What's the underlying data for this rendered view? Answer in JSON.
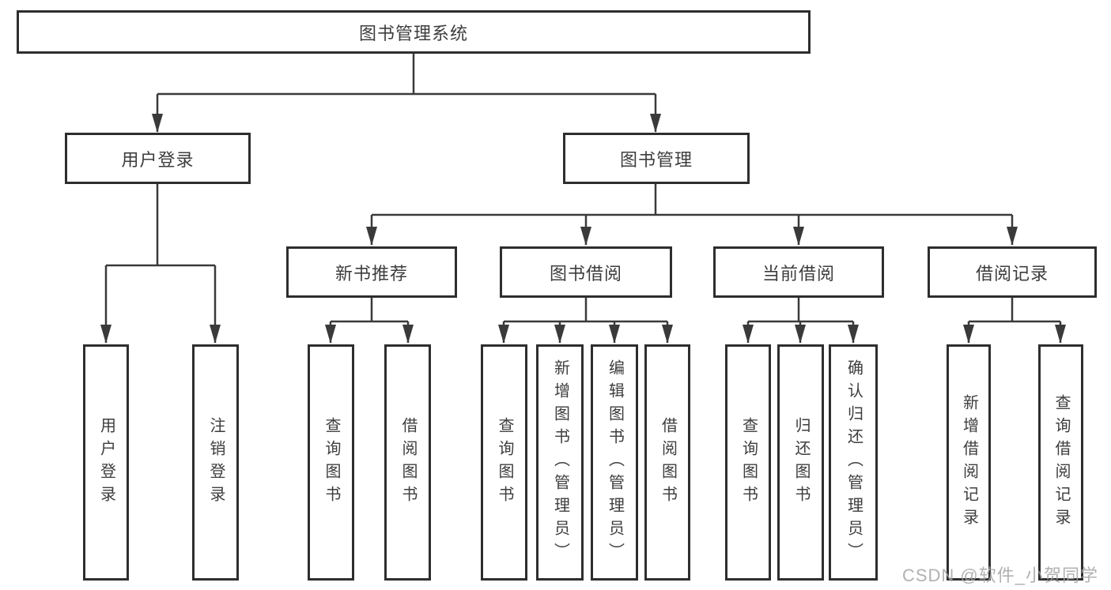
{
  "diagram": {
    "title": "图书管理系统",
    "root": "图书管理系统",
    "user_login_branch": {
      "label": "用户登录",
      "children": [
        "用户登录",
        "注销登录"
      ]
    },
    "book_mgmt_branch": {
      "label": "图书管理",
      "sections": [
        {
          "label": "新书推荐",
          "children": [
            "查询图书",
            "借阅图书"
          ]
        },
        {
          "label": "图书借阅",
          "children": [
            "查询图书",
            "新增图书（管理员）",
            "编辑图书（管理员）",
            "借阅图书"
          ]
        },
        {
          "label": "当前借阅",
          "children": [
            "查询图书",
            "归还图书",
            "确认归还（管理员）"
          ]
        },
        {
          "label": "借阅记录",
          "children": [
            "新增借阅记录",
            "查询借阅记录"
          ]
        }
      ]
    },
    "colors": {
      "box_border": "#2e2e2e",
      "connector": "#3a3a3a",
      "text": "#3d3d3d",
      "background": "#ffffff",
      "watermark_text": "#a3a3a3"
    }
  },
  "watermark": "CSDN @软件_小贺同学"
}
